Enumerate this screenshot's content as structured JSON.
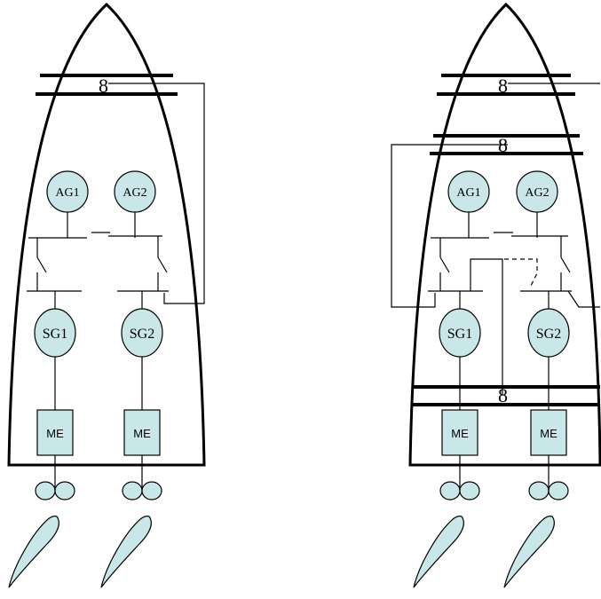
{
  "left_ship": {
    "generators": {
      "ag1": "AG1",
      "ag2": "AG2",
      "sg1": "SG1",
      "sg2": "SG2"
    },
    "engines": {
      "me1": "ME",
      "me2": "ME"
    },
    "bulkhead_symbols": {
      "fwd": "8"
    }
  },
  "right_ship": {
    "generators": {
      "ag1": "AG1",
      "ag2": "AG2",
      "sg1": "SG1",
      "sg2": "SG2"
    },
    "engines": {
      "me1": "ME",
      "me2": "ME"
    },
    "bulkhead_symbols": {
      "fwd": "8",
      "mid": "8",
      "aft": "8"
    }
  },
  "colors": {
    "component_fill": "#c9e6e8",
    "line": "#000000",
    "background": "#ffffff"
  }
}
